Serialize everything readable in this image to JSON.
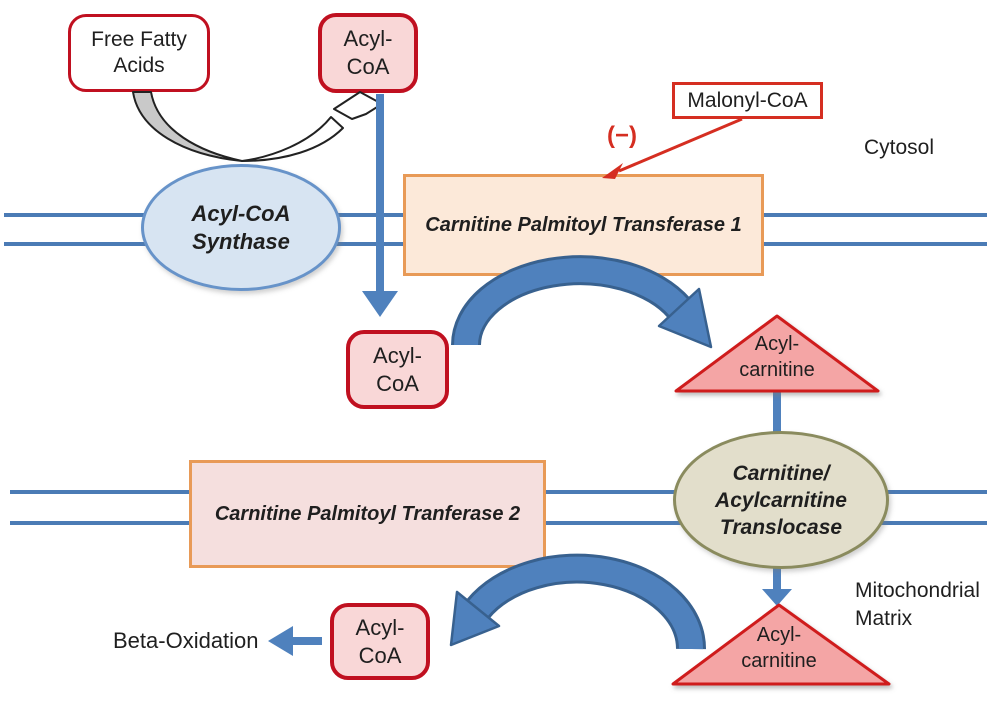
{
  "diagram": {
    "region_labels": {
      "cytosol": "Cytosol",
      "mitochondrial_matrix_line1": "Mitochondrial",
      "mitochondrial_matrix_line2": "Matrix"
    },
    "nodes": {
      "free_fatty_acids": "Free Fatty Acids",
      "acyl_coa_top_line1": "Acyl-",
      "acyl_coa_top_line2": "CoA",
      "acyl_coa_mid_line1": "Acyl-",
      "acyl_coa_mid_line2": "CoA",
      "acyl_coa_bottom_line1": "Acyl-",
      "acyl_coa_bottom_line2": "CoA",
      "malonyl_coa": "Malonyl-CoA",
      "inhibition_sign": "(−)",
      "acyl_coa_synthase_line1": "Acyl-CoA",
      "acyl_coa_synthase_line2": "Synthase",
      "cpt1": "Carnitine Palmitoyl Transferase 1",
      "cpt2": "Carnitine Palmitoyl Tranferase 2",
      "translocase_line1": "Carnitine/",
      "translocase_line2": "Acylcarnitine",
      "translocase_line3": "Translocase",
      "acylcarnitine_top_line1": "Acyl-",
      "acylcarnitine_top_line2": "carnitine",
      "acylcarnitine_bottom_line1": "Acyl-",
      "acylcarnitine_bottom_line2": "carnitine",
      "beta_oxidation": "Beta-Oxidation"
    },
    "colors": {
      "membrane_blue": "#4b7bb5",
      "arrow_blue": "#4f81bd",
      "arrow_blue_dark": "#38618f",
      "inhibition_red": "#d52e21",
      "box_border_red": "#c01020",
      "box_fill_pink": "#f9d7d7",
      "triangle_fill": "#f4a5a5",
      "triangle_border": "#cf1d1f",
      "cpt1_fill": "#fce9d9",
      "cpt2_fill": "#f5dfde",
      "enzyme_border_orange": "#e89a57",
      "synthase_fill": "#d7e4f2",
      "synthase_border": "#6793c9",
      "translocase_fill": "#e2decb",
      "translocase_border": "#8a8b5e"
    }
  }
}
